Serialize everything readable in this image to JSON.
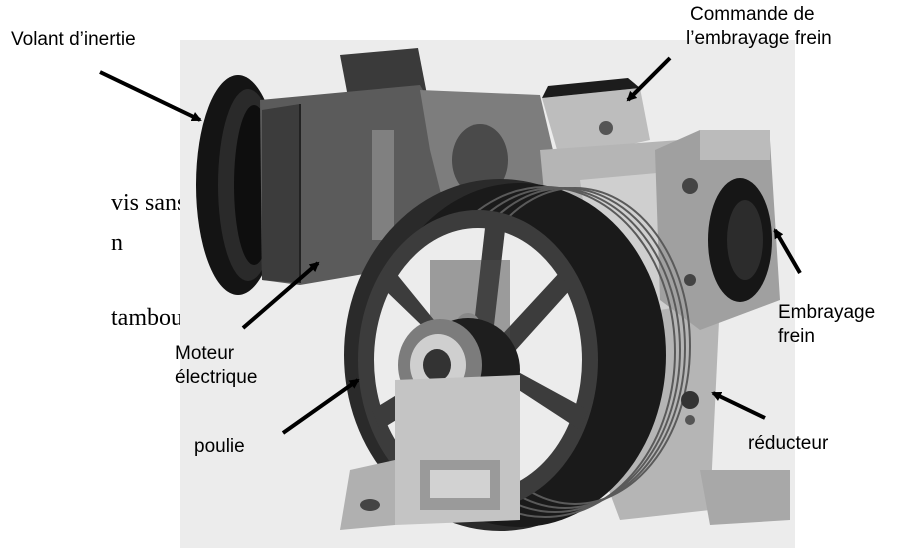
{
  "labels": {
    "volant": "Volant d’inertie",
    "commande_line1": "Commande de",
    "commande_line2": "l’embrayage frein",
    "embrayage_line1": "Embrayage",
    "embrayage_line2": "frein",
    "moteur_line1": "Moteur",
    "moteur_line2": "électrique",
    "poulie": "poulie",
    "reducteur": "réducteur"
  },
  "background_text": {
    "line1": "vis sans fin",
    "line2": "n",
    "line3": "tambour"
  },
  "colors": {
    "background": "#ffffff",
    "photo_bg": "#ececec",
    "dark": "#1a1a1a",
    "arrow": "#000000"
  }
}
